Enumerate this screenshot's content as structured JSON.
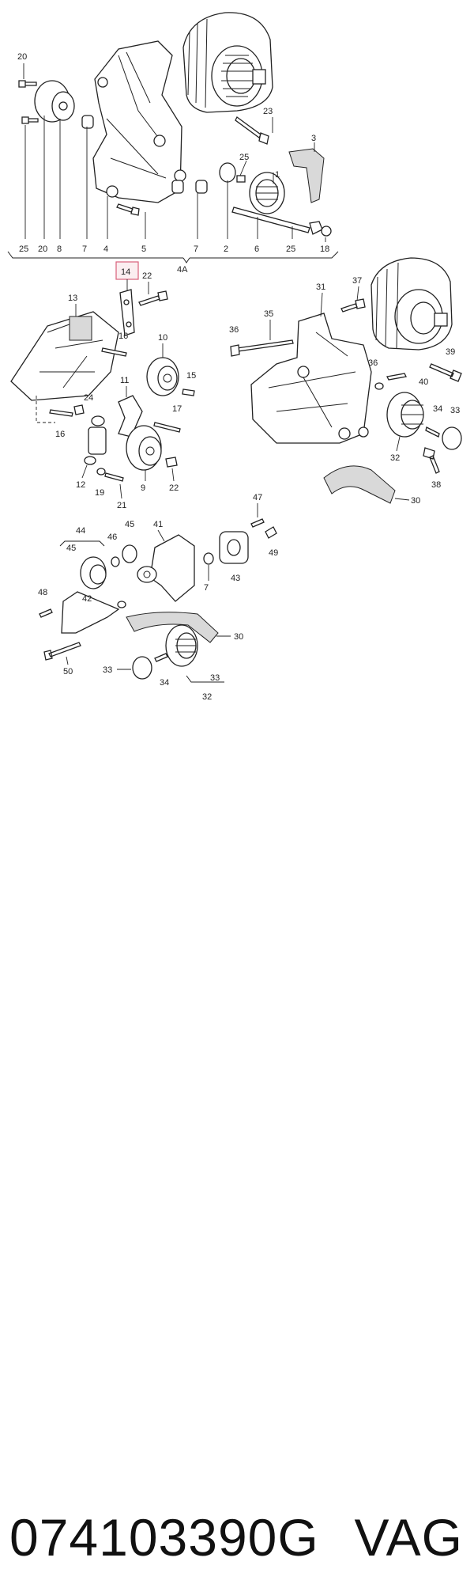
{
  "callouts": {
    "top": {
      "c20a": "20",
      "c1": "1",
      "c23": "23",
      "c3": "3",
      "c25a": "25",
      "b25": "25",
      "b20": "20",
      "b8": "8",
      "b7a": "7",
      "b4": "4",
      "b5": "5",
      "b7b": "7",
      "b2": "2",
      "b6": "6",
      "b25b": "25",
      "b18": "18",
      "b4A": "4A"
    },
    "left": {
      "c14": "14",
      "c22a": "22",
      "c13": "13",
      "c16a": "16",
      "c10": "10",
      "c15": "15",
      "c11": "11",
      "c24": "24",
      "c17": "17",
      "c16b": "16",
      "c12": "12",
      "c19": "19",
      "c21": "21",
      "c9": "9",
      "c22b": "22"
    },
    "right": {
      "c31": "31",
      "c37": "37",
      "c35": "35",
      "c36a": "36",
      "c39": "39",
      "c36b": "36",
      "c40": "40",
      "c34": "34",
      "c33": "33",
      "c32": "32",
      "c38": "38",
      "c30": "30"
    },
    "bottom": {
      "c44": "44",
      "c45a": "45",
      "c45b": "45",
      "c46": "46",
      "c41": "41",
      "c47": "47",
      "c49": "49",
      "c48": "48",
      "c42": "42",
      "c7": "7",
      "c43": "43",
      "c30": "30",
      "c50": "50",
      "c33a": "33",
      "c34": "34",
      "c33b": "33",
      "c32": "32"
    }
  },
  "footer": {
    "part_number": "074103390G",
    "brand": "VAG"
  },
  "colors": {
    "highlight_fill": "#fbeef0",
    "highlight_stroke": "#d9607a"
  }
}
